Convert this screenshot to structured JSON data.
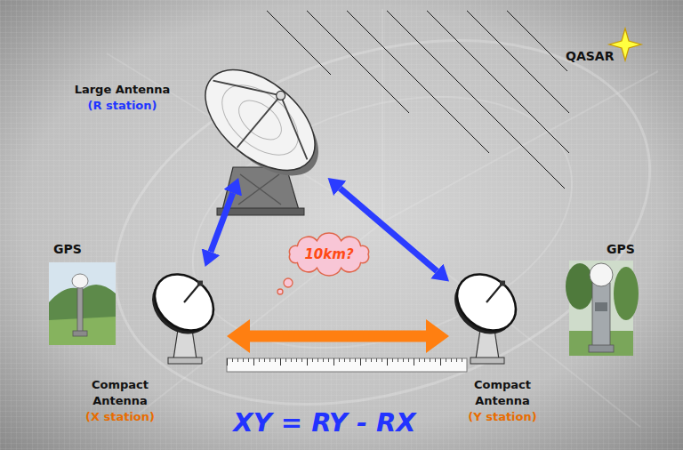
{
  "diagram": {
    "nodes": [
      {
        "text": [
          "Large Antenna",
          "(R station)"
        ]
      },
      {
        "text": [
          "10km?"
        ]
      },
      {
        "text": [
          "Compact Antenna",
          "(X station)"
        ]
      },
      {
        "text": [
          "Compact Antenna",
          "(Y station)"
        ]
      }
    ],
    "edges": [
      {
        "from": 0,
        "to": 2,
        "arrow": "both"
      },
      {
        "from": 0,
        "to": 3,
        "arrow": "both"
      },
      {
        "from": 2,
        "to": 3,
        "arrow": "both"
      }
    ],
    "labels": [
      "QASAR",
      "GPS",
      "GPS",
      "XY = RY - RX"
    ]
  }
}
